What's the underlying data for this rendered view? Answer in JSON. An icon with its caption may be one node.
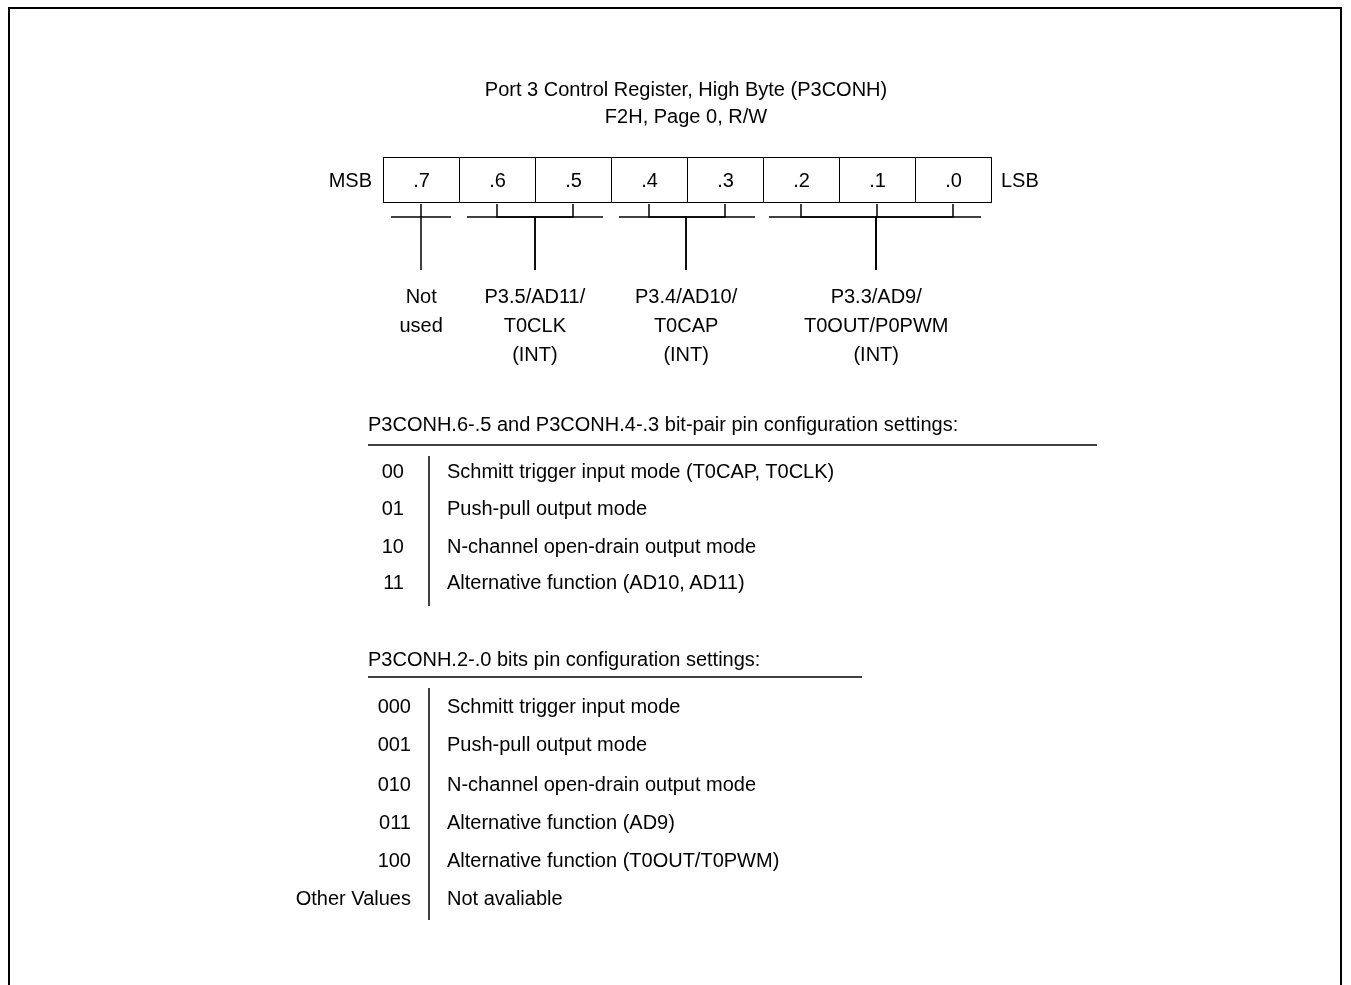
{
  "diagram": {
    "title": "Port 3 Control Register, High Byte (P3CONH)",
    "nodes": [
      {
        "text": [
          ".7"
        ]
      },
      {
        "text": [
          ".6"
        ]
      },
      {
        "text": [
          ".5"
        ]
      },
      {
        "text": [
          ".4"
        ]
      },
      {
        "text": [
          ".3"
        ]
      },
      {
        "text": [
          ".2"
        ]
      },
      {
        "text": [
          ".1"
        ]
      },
      {
        "text": [
          ".0"
        ]
      },
      {
        "text": [
          "Not used"
        ]
      },
      {
        "text": [
          "P3.5/AD11/ T0CLK (INT)"
        ]
      },
      {
        "text": [
          "P3.4/AD10/ T0CAP (INT)"
        ]
      },
      {
        "text": [
          "P3.3/AD9/ T0OUT/P0PWM (INT)"
        ]
      }
    ],
    "edges": [
      {
        "from": 8,
        "to": 0,
        "arrow": "none"
      },
      {
        "from": 9,
        "to": 1,
        "arrow": "none"
      },
      {
        "from": 9,
        "to": 2,
        "arrow": "none"
      },
      {
        "from": 10,
        "to": 3,
        "arrow": "none"
      },
      {
        "from": 10,
        "to": 4,
        "arrow": "none"
      },
      {
        "from": 11,
        "to": 5,
        "arrow": "none"
      },
      {
        "from": 11,
        "to": 6,
        "arrow": "none"
      },
      {
        "from": 11,
        "to": 7,
        "arrow": "none"
      }
    ],
    "labels": [
      "F2H, Page 0, R/W",
      "MSB",
      "LSB",
      "P3CONH.6-.5 and P3CONH.4-.3 bit-pair pin configuration settings:",
      "00",
      "Schmitt trigger input mode (T0CAP, T0CLK)",
      "01",
      "Push-pull output mode",
      "10",
      "N-channel open-drain output mode",
      "11",
      "Alternative function (AD10, AD11)",
      "P3CONH.2-.0 bits pin configuration settings:",
      "000",
      "Schmitt trigger input mode",
      "001",
      "Push-pull output mode",
      "010",
      "N-channel open-drain output mode",
      "011",
      "Alternative function (AD9)",
      "100",
      "Alternative function (T0OUT/T0PWM)",
      "Other Values",
      "Not avaliable"
    ]
  }
}
